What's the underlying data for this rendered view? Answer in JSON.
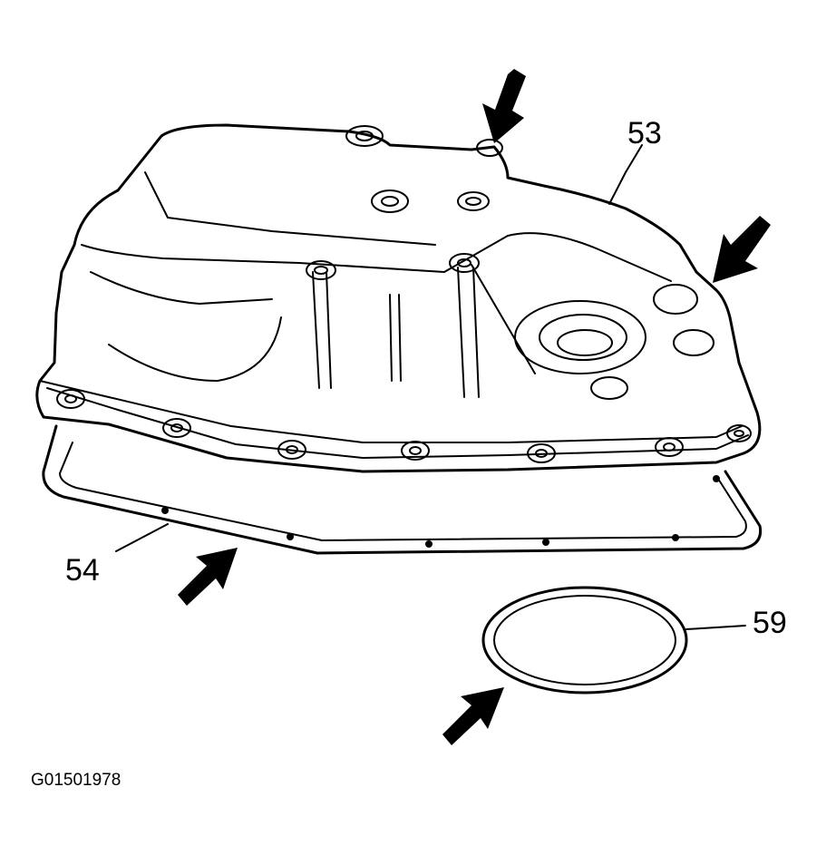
{
  "figure_id": "G01501978",
  "callouts": {
    "oil_pan": "53",
    "pan_gasket": "54",
    "o_ring": "59"
  },
  "colors": {
    "ink": "#000000",
    "paper": "#ffffff"
  }
}
